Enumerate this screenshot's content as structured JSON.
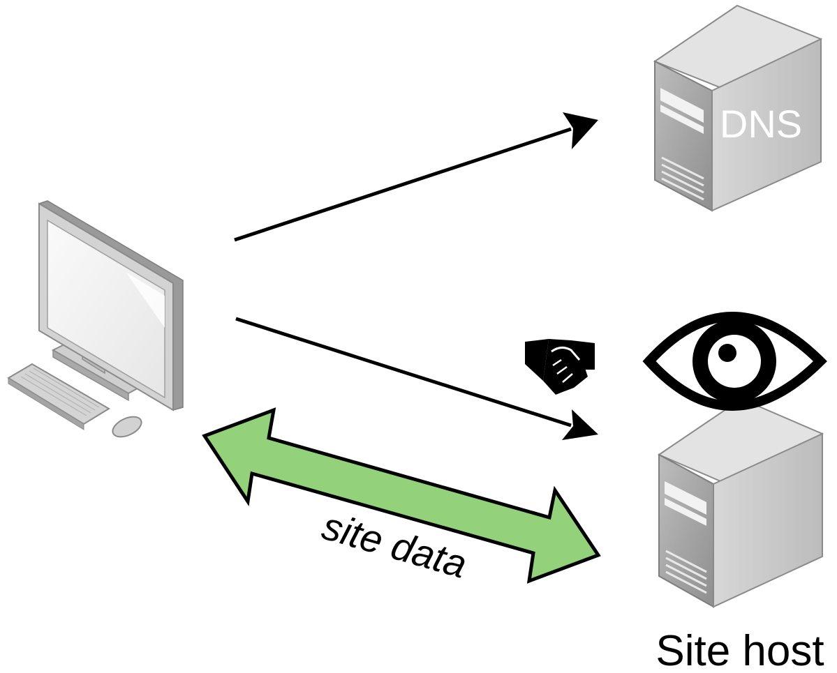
{
  "nodes": {
    "client": {
      "icon": "desktop-computer-icon"
    },
    "dns_server": {
      "label": "DNS",
      "icon": "server-tower-icon"
    },
    "site_host": {
      "label": "Site host",
      "icon": "server-tower-icon"
    }
  },
  "connections": {
    "dns_lookup": {
      "from": "client",
      "to": "dns_server"
    },
    "connect": {
      "from": "client",
      "to": "site_host"
    },
    "data_exchange": {
      "from": "client",
      "to": "site_host",
      "label": "site data",
      "bidirectional": true,
      "color": "#93d27b"
    }
  },
  "symbols": {
    "handshake": {
      "icon": "handshake-icon"
    },
    "observer": {
      "icon": "eye-icon"
    }
  },
  "colors": {
    "arrow": "#000000",
    "data_arrow_fill": "#93d27b",
    "server_front": "#a3a3a3",
    "server_side": "#c4c4c4"
  }
}
